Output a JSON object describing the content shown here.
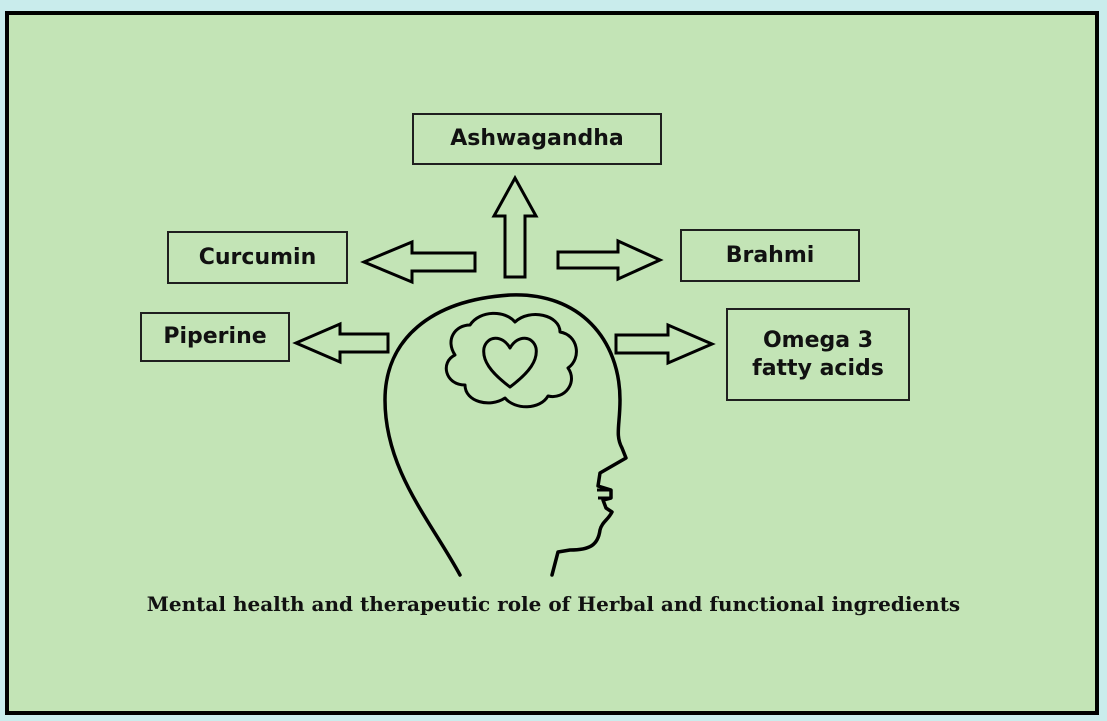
{
  "diagram": {
    "ingredients": {
      "top": "Ashwagandha",
      "upper_left": "Curcumin",
      "upper_right": "Brahmi",
      "lower_left": "Piperine",
      "lower_right": "Omega 3\nfatty acids"
    },
    "caption": "Mental health and therapeutic role of Herbal and functional ingredients",
    "colors": {
      "page_background": "#c9ecec",
      "panel_background": "#c3e4b6",
      "line": "#000000"
    },
    "icons": [
      "head-silhouette-icon",
      "brain-icon",
      "heart-icon",
      "outline-arrow-icon"
    ]
  }
}
